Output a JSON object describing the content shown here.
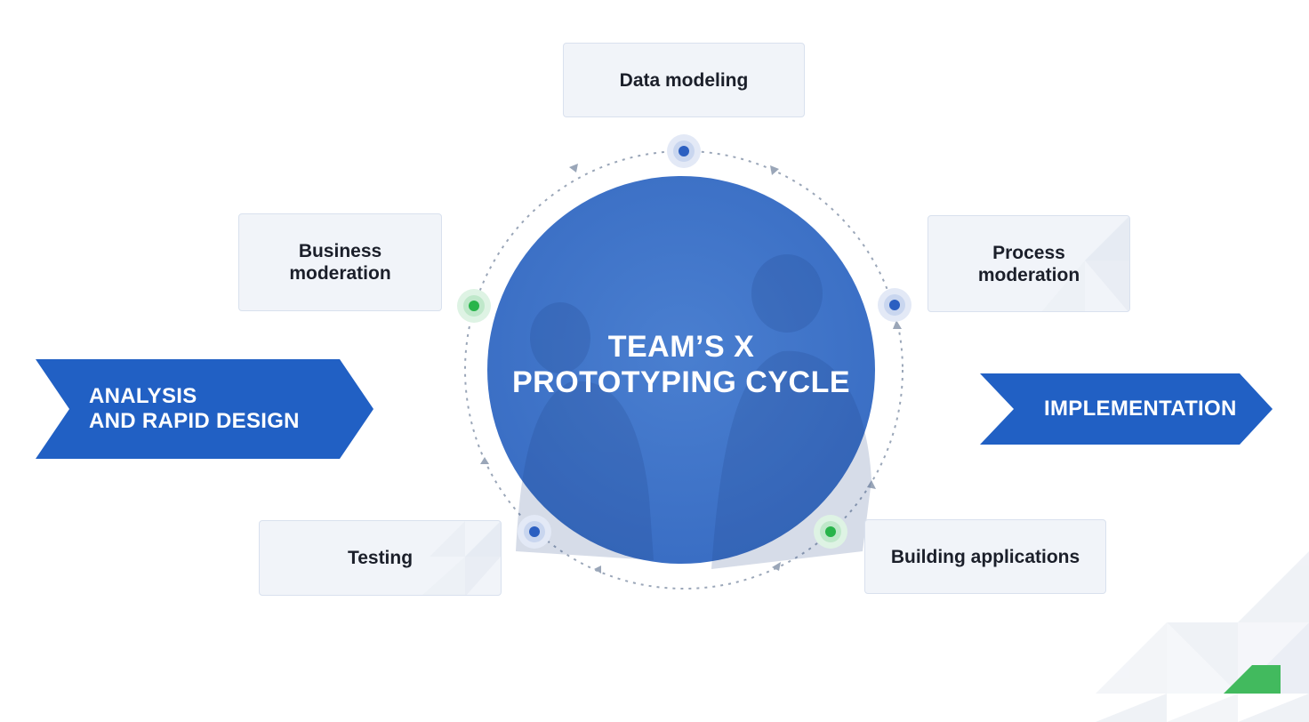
{
  "diagram": {
    "center": {
      "title_line1": "TEAM’S X",
      "title_line2": "PROTOTYPING CYCLE"
    },
    "steps": {
      "data_modeling": "Data modeling",
      "process_moderation": "Process\nmoderation",
      "building_applications": "Building applications",
      "testing": "Testing",
      "business_moderation": "Business\nmoderation"
    },
    "arrows": {
      "left_line1": "ANALYSIS",
      "left_line2": "AND RAPID DESIGN",
      "right": "IMPLEMENTATION"
    },
    "nodes": [
      {
        "name": "data-modeling",
        "color": "blue"
      },
      {
        "name": "process-moderation",
        "color": "blue"
      },
      {
        "name": "building-applications",
        "color": "green"
      },
      {
        "name": "testing",
        "color": "blue"
      },
      {
        "name": "business-moderation",
        "color": "green"
      }
    ],
    "colors": {
      "primary_blue": "#2160c4",
      "circle_blue": "#3f74c8",
      "node_blue": "#2b5fc1",
      "node_green": "#28b44a",
      "box_bg": "#f1f4f9",
      "text_dark": "#1b1f2a",
      "dotted_ring": "#9aa6b8"
    }
  }
}
